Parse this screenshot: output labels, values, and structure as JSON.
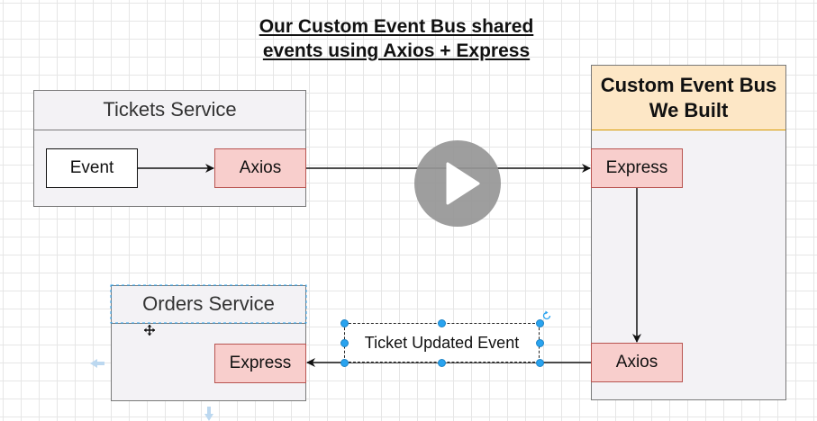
{
  "title": {
    "line1": "Our Custom Event Bus shared",
    "line2": "events using Axios + Express"
  },
  "tickets_service": {
    "label": "Tickets Service",
    "event_label": "Event",
    "axios_label": "Axios"
  },
  "event_bus": {
    "line1": "Custom Event Bus",
    "line2": "We Built",
    "express_label": "Express",
    "axios_label": "Axios"
  },
  "orders_service": {
    "label": "Orders Service",
    "express_label": "Express"
  },
  "edge_label": "Ticket Updated Event",
  "icons": {
    "play": "play-icon",
    "move": "move-cursor-icon",
    "rotate": "rotate-handle-icon"
  },
  "colors": {
    "service_fill": "#f3f2f5",
    "node_fill": "#f8cecc",
    "node_stroke": "#b85450",
    "bus_header_fill": "#fde7c6",
    "bus_header_stroke": "#d79b00",
    "selection": "#29a3ef"
  }
}
